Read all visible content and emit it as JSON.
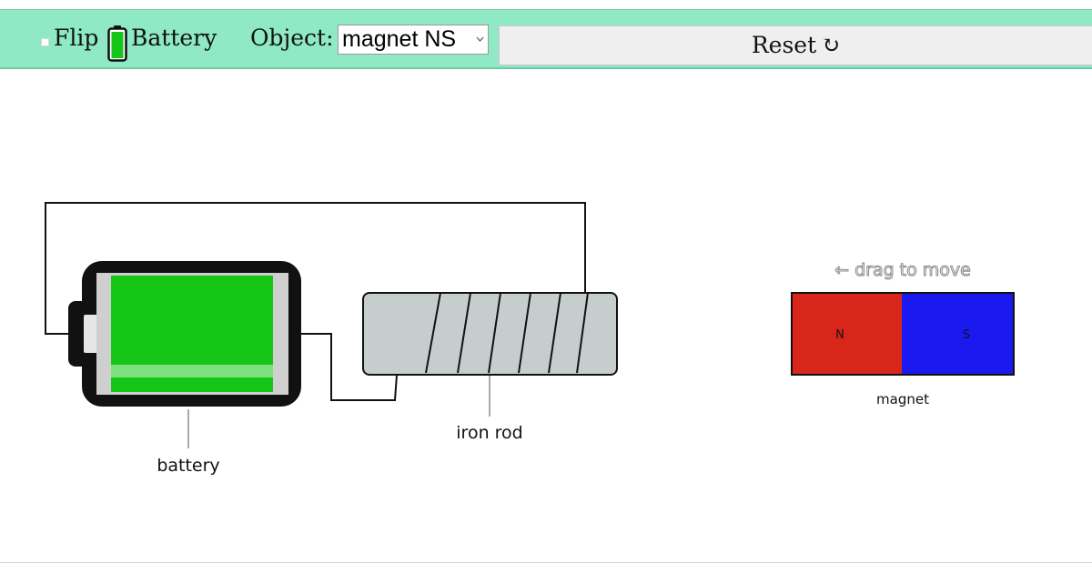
{
  "toolbar": {
    "flip_label": "Flip",
    "flip_checked": false,
    "battery_label": "Battery",
    "object_label": "Object:",
    "object_selected": "magnet NS",
    "reset_label": "Reset",
    "reset_icon": "↻"
  },
  "scene": {
    "battery_label": "battery",
    "rod_label": "iron rod",
    "drag_hint": "← drag to move",
    "magnet_label": "magnet",
    "magnet_north": "N",
    "magnet_south": "S"
  },
  "colors": {
    "toolbar_bg": "#8ee9c4",
    "battery_fill": "#16c616",
    "magnet_north": "#d9261b",
    "magnet_south": "#1a1af0",
    "rod": "#c6cdcd"
  }
}
